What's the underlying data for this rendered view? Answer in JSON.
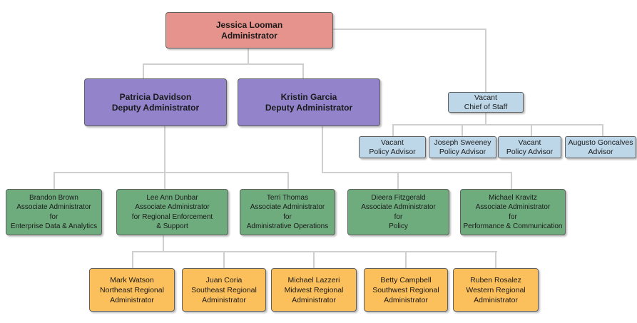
{
  "colors": {
    "administrator": "#E5938C",
    "deputy": "#9283CB",
    "staff": "#BDD7E9",
    "associate": "#6EAC7D",
    "regional": "#FBBF5B",
    "connector": "#CFCFCF",
    "border": "#5F5F5F",
    "background": "#FFFFFF",
    "text": "#1A1A1A"
  },
  "org": {
    "administrator": {
      "name": "Jessica Looman",
      "title": "Administrator"
    },
    "deputies": [
      {
        "name": "Patricia Davidson",
        "title": "Deputy Administrator"
      },
      {
        "name": "Kristin Garcia",
        "title": "Deputy Administrator"
      }
    ],
    "chief_of_staff": {
      "name": "Vacant",
      "title": "Chief of Staff"
    },
    "advisors": [
      {
        "name": "Vacant",
        "title": "Policy Advisor"
      },
      {
        "name": "Joseph Sweeney",
        "title": "Policy Advisor"
      },
      {
        "name": "Vacant",
        "title": "Policy Advisor"
      },
      {
        "name": "Augusto Goncalves",
        "title": "Advisor"
      }
    ],
    "associate_administrators": [
      {
        "name": "Brandon Brown",
        "title": "Associate Administrator\nfor\nEnterprise Data & Analytics"
      },
      {
        "name": "Lee Ann Dunbar",
        "title": "Associate Administrator\nfor Regional Enforcement\n& Support"
      },
      {
        "name": "Terri Thomas",
        "title": "Associate Administrator\nfor\nAdministrative Operations"
      },
      {
        "name": "Dieera Fitzgerald",
        "title": "Associate Administrator\nfor\nPolicy"
      },
      {
        "name": "Michael Kravitz",
        "title": "Associate Administrator\nfor\nPerformance & Communication"
      }
    ],
    "regional_administrators": [
      {
        "name": "Mark Watson",
        "title": "Northeast Regional\nAdministrator"
      },
      {
        "name": "Juan Coria",
        "title": "Southeast Regional\nAdministrator"
      },
      {
        "name": "Michael Lazzeri",
        "title": "Midwest Regional\nAdministrator"
      },
      {
        "name": "Betty Campbell",
        "title": "Southwest Regional\nAdministrator"
      },
      {
        "name": "Ruben Rosalez",
        "title": "Western Regional\nAdministrator"
      }
    ]
  }
}
